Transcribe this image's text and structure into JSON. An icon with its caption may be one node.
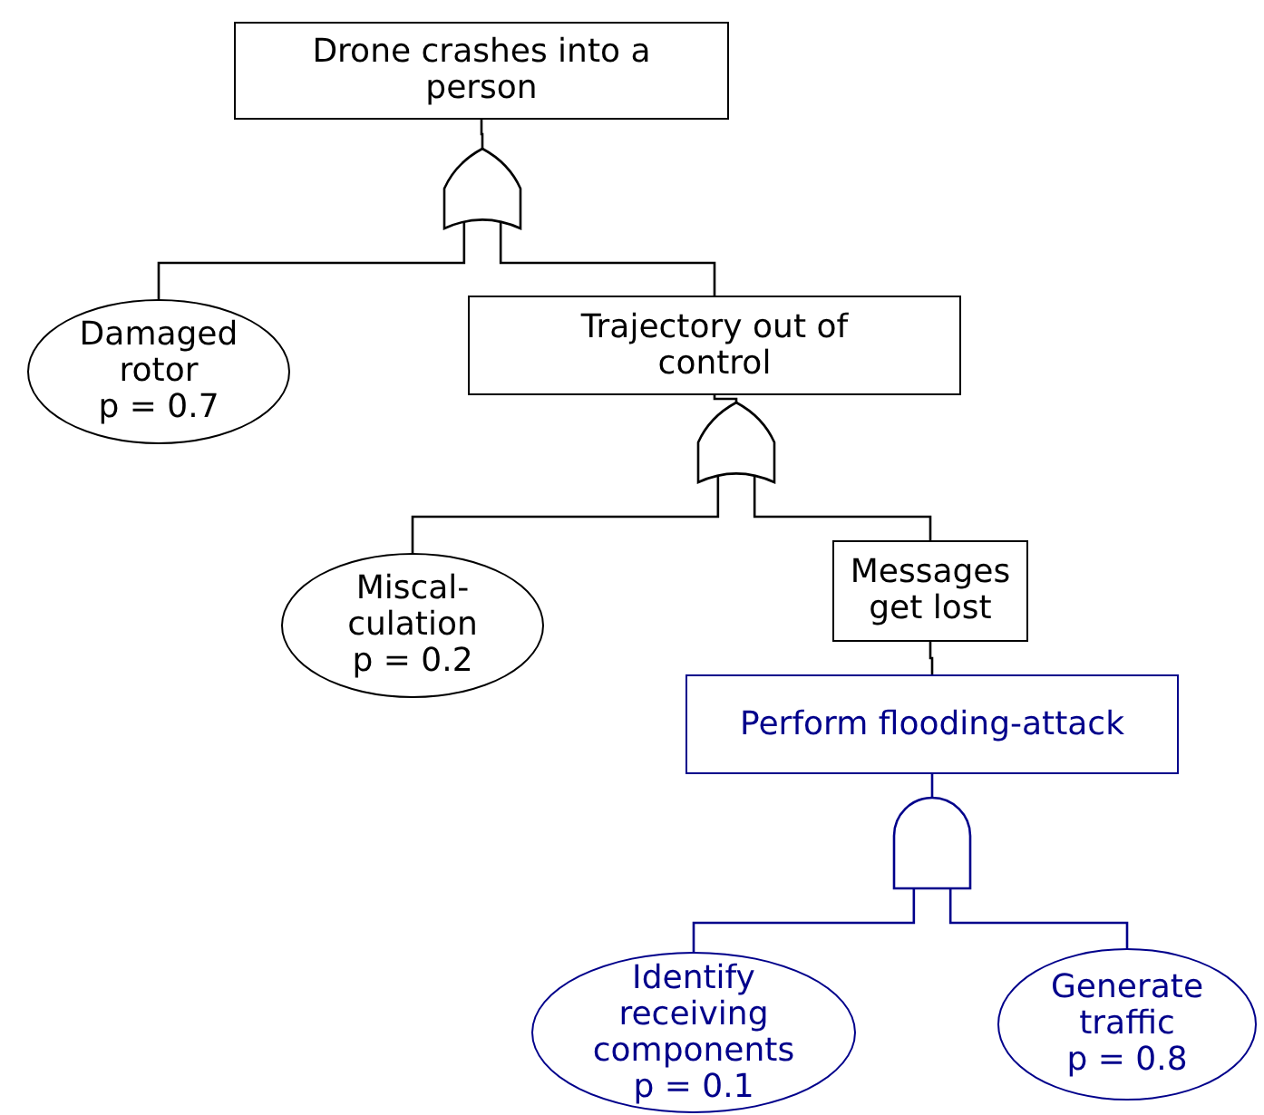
{
  "diagram": {
    "nodes": [
      {
        "text": [
          "Drone crashes into a person"
        ]
      },
      {
        "text": [],
        "shape": "or-gate"
      },
      {
        "text": [
          "Damaged rotor",
          "p = 0.7"
        ]
      },
      {
        "text": [
          "Trajectory out of control"
        ]
      },
      {
        "text": [],
        "shape": "or-gate"
      },
      {
        "text": [
          "Miscal- culation",
          "p = 0.2"
        ]
      },
      {
        "text": [
          "Messages get lost"
        ]
      },
      {
        "text": [
          "Perform flooding-attack"
        ]
      },
      {
        "text": [],
        "shape": "and-gate"
      },
      {
        "text": [
          "Identify receiving components",
          "p = 0.1"
        ]
      },
      {
        "text": [
          "Generate traffic",
          "p = 0.8"
        ]
      }
    ],
    "edges": [
      {
        "from": 0,
        "to": 1,
        "arrow": "none"
      },
      {
        "from": 1,
        "to": 2,
        "arrow": "none"
      },
      {
        "from": 1,
        "to": 3,
        "arrow": "none"
      },
      {
        "from": 3,
        "to": 4,
        "arrow": "none"
      },
      {
        "from": 4,
        "to": 5,
        "arrow": "none"
      },
      {
        "from": 4,
        "to": 6,
        "arrow": "none"
      },
      {
        "from": 6,
        "to": 7,
        "arrow": "none"
      },
      {
        "from": 7,
        "to": 8,
        "arrow": "none",
        "color": "#00008b"
      },
      {
        "from": 8,
        "to": 9,
        "arrow": "none",
        "color": "#00008b"
      },
      {
        "from": 8,
        "to": 10,
        "arrow": "none",
        "color": "#00008b"
      }
    ]
  }
}
